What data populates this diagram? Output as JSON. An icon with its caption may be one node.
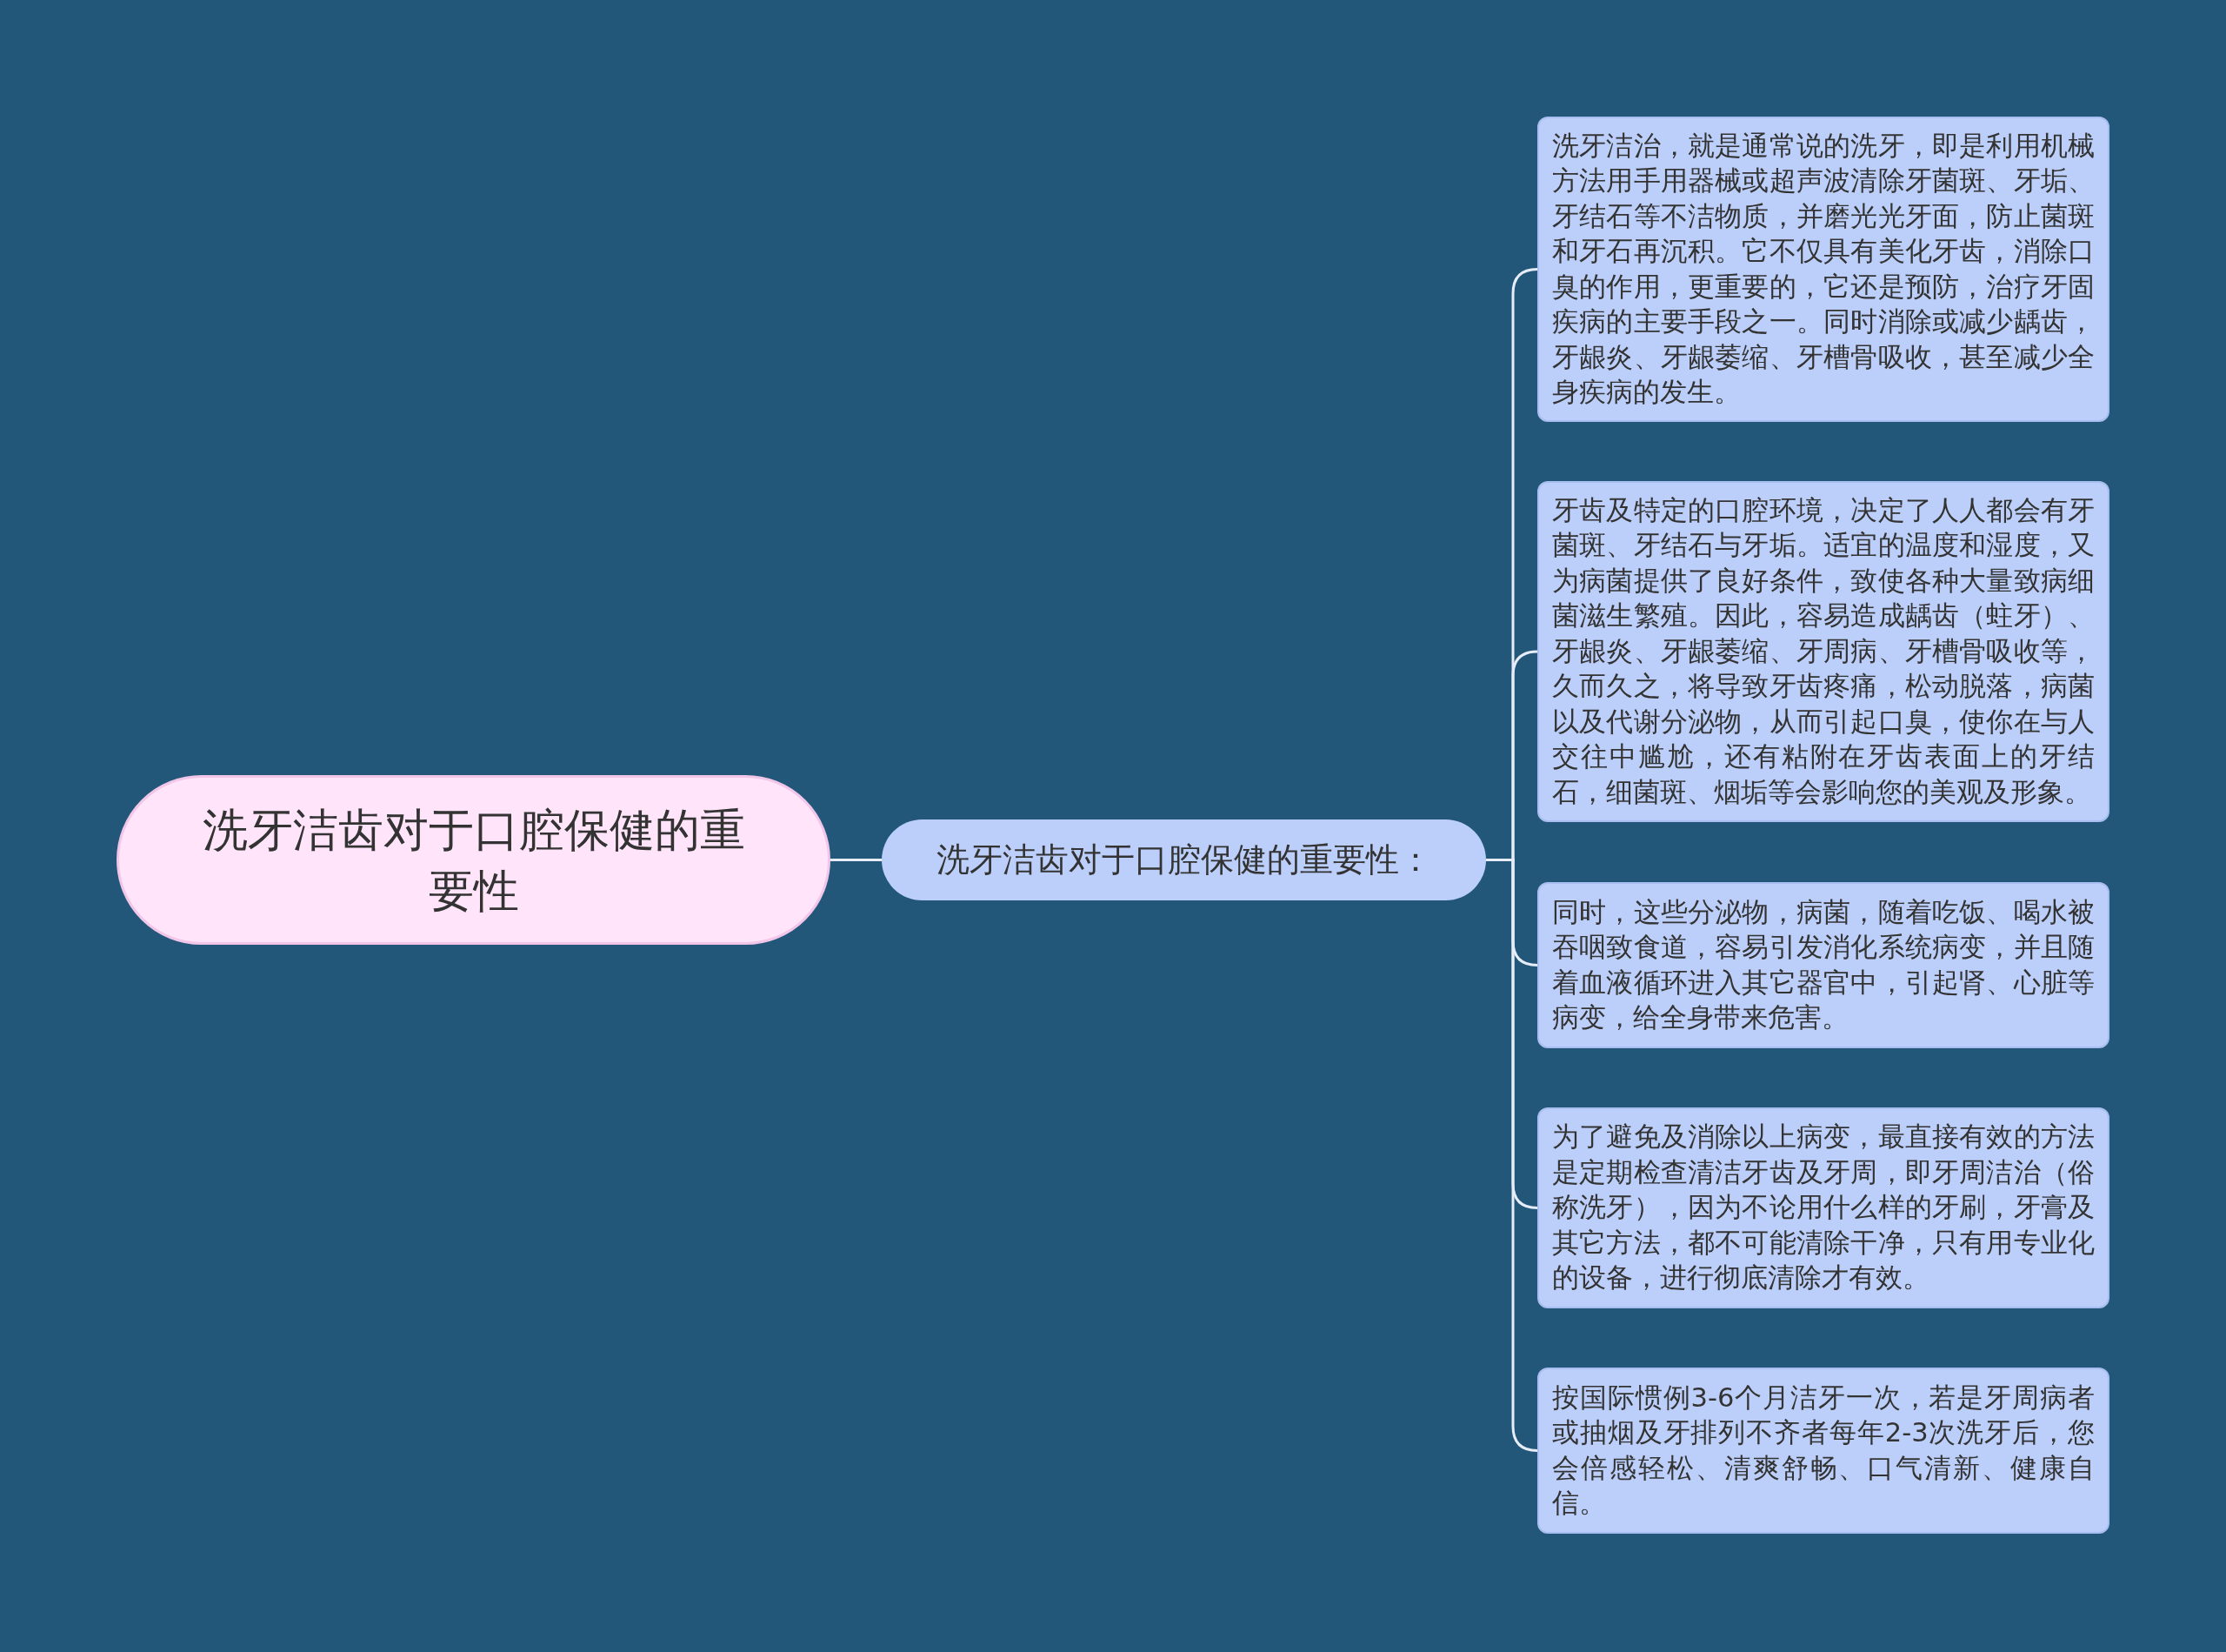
{
  "diagram": {
    "nodes": [
      {
        "text": [
          "洗牙洁齿对于口腔保健的重要性"
        ]
      },
      {
        "text": [
          "洗牙洁齿对于口腔保健的重要性："
        ]
      },
      {
        "text": [
          "洗牙洁治，就是通常说的洗牙，即是利用机械方法用手用器械或超声波清除牙菌斑、牙垢、牙结石等不洁物质，并磨光光牙面，防止菌斑和牙石再沉积。它不仅具有美化牙齿，消除口臭的作用，更重要的，它还是预防，治疗牙固疾病的主要手段之一。同时消除或减少龋齿，牙龈炎、牙龈萎缩、牙槽骨吸收，甚至减少全身疾病的发生。"
        ]
      },
      {
        "text": [
          "牙齿及特定的口腔环境，决定了人人都会有牙菌斑、牙结石与牙垢。适宜的温度和湿度，又为病菌提供了良好条件，致使各种大量致病细菌滋生繁殖。因此，容易造成龋齿（蛀牙）、牙龈炎、牙龈萎缩、牙周病、牙槽骨吸收等，久而久之，将导致牙齿疼痛，松动脱落，病菌以及代谢分泌物，从而引起口臭，使你在与人交往中尴尬，还有粘附在牙齿表面上的牙结石，细菌斑、烟垢等会影响您的美观及形象。"
        ]
      },
      {
        "text": [
          "同时，这些分泌物，病菌，随着吃饭、喝水被吞咽致食道，容易引发消化系统病变，并且随着血液循环进入其它器官中，引起肾、心脏等病变，给全身带来危害。"
        ]
      },
      {
        "text": [
          "为了避免及消除以上病变，最直接有效的方法是定期检查清洁牙齿及牙周，即牙周洁治（俗称洗牙），因为不论用什么样的牙刷，牙膏及其它方法，都不可能清除干净，只有用专业化的设备，进行彻底清除才有效。"
        ]
      },
      {
        "text": [
          "按国际惯例3-6个月洁牙一次，若是牙周病者或抽烟及牙排列不齐者每年2-3次洗牙后，您会倍感轻松、清爽舒畅、口气清新、健康自信。"
        ]
      }
    ],
    "edges": [
      {
        "from": 0,
        "to": 1,
        "arrow": "none"
      },
      {
        "from": 1,
        "to": 2,
        "arrow": "none"
      },
      {
        "from": 1,
        "to": 3,
        "arrow": "none"
      },
      {
        "from": 1,
        "to": 4,
        "arrow": "none"
      },
      {
        "from": 1,
        "to": 5,
        "arrow": "none"
      },
      {
        "from": 1,
        "to": 6,
        "arrow": "none"
      }
    ]
  }
}
